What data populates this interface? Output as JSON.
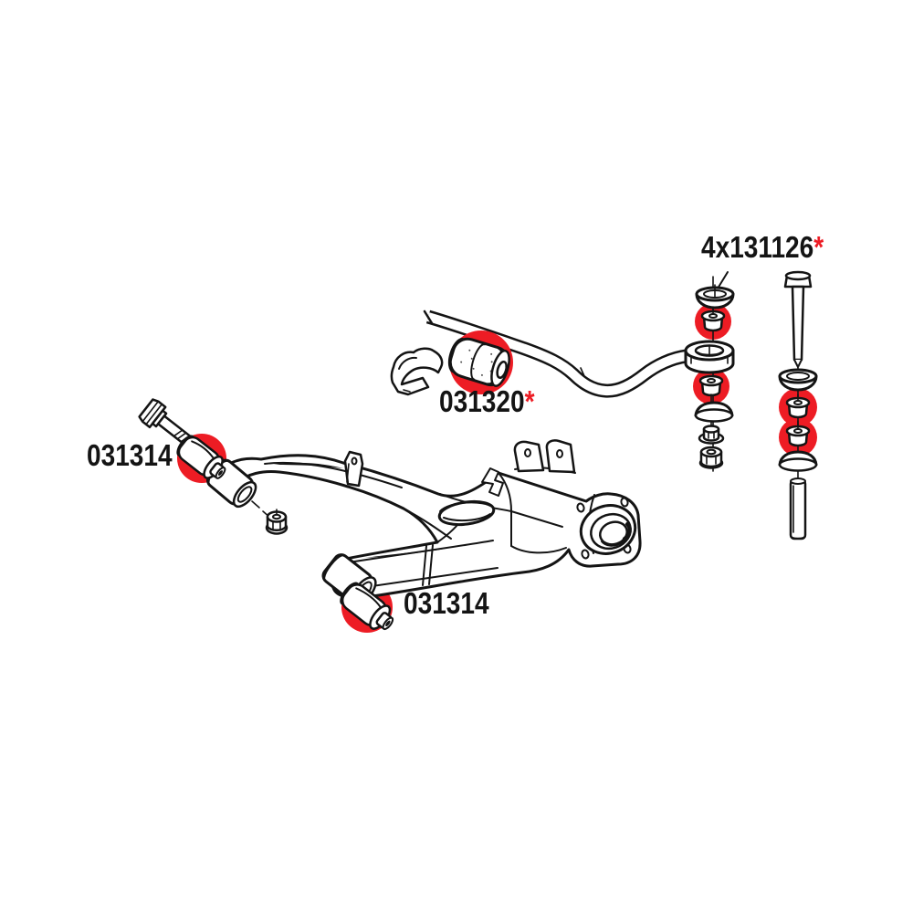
{
  "colors": {
    "highlight_red": "#ed1c24",
    "line_black": "#141414",
    "background": "#ffffff"
  },
  "labels": {
    "link_kit": {
      "text": "4x131126",
      "asterisk": "*"
    },
    "stabilizer_bushing": {
      "text": "031320",
      "asterisk": "*"
    },
    "arm_front_bushing": {
      "text": "031314"
    },
    "arm_rear_bushing": {
      "text": "031314"
    }
  }
}
